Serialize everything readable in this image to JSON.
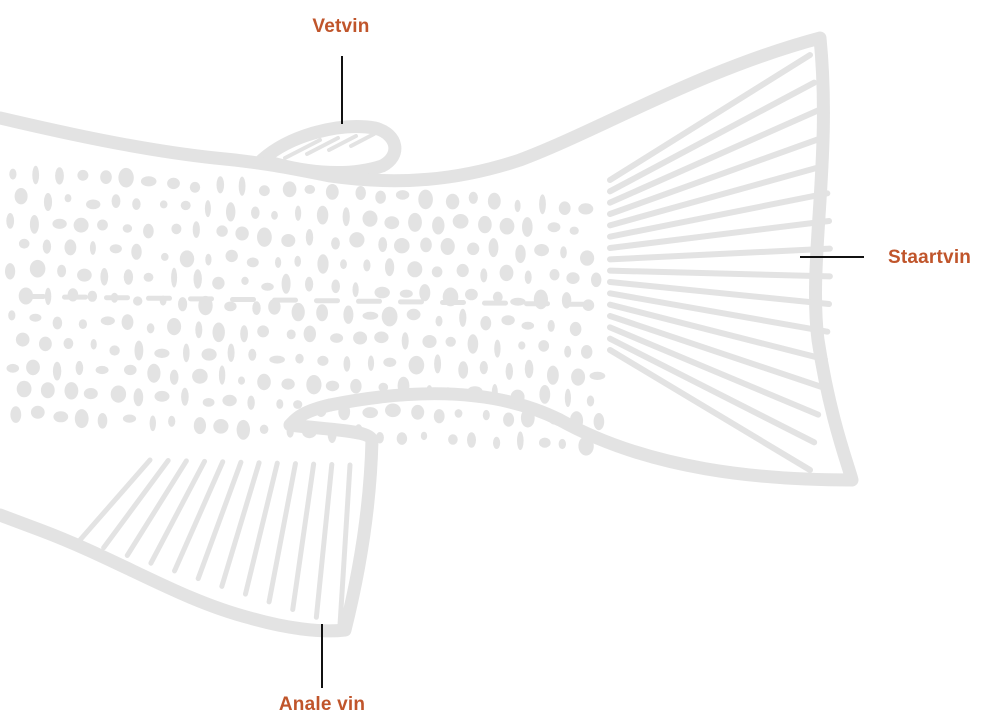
{
  "diagram": {
    "labels": {
      "dorsal_fin": "Vetvin",
      "tail_fin": "Staartvin",
      "anal_fin": "Anale vin"
    },
    "colors": {
      "label": "#c0552b",
      "illustration": "#e3e3e3",
      "leader": "#111111"
    }
  }
}
